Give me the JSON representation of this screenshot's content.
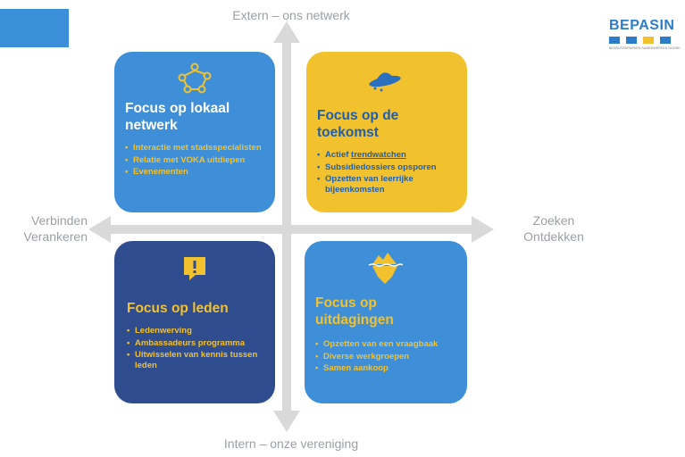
{
  "axes": {
    "top": "Extern – ons netwerk",
    "bottom": "Intern – onze vereniging",
    "left_line1": "Verbinden",
    "left_line2": "Verankeren",
    "right_line1": "Zoeken",
    "right_line2": "Ontdekken"
  },
  "logo": {
    "text": "BEPASIN",
    "tagline": "BEDRIJVENPARKEN SAMENWERKEN NOORD"
  },
  "colors": {
    "corner_block": "#3b8fd9",
    "card_lokaal": "#3e8fd8",
    "card_toekomst": "#f2c12e",
    "card_leden": "#2f4c8f",
    "card_uitdagingen": "#3e8fd8",
    "axis_arrow": "#d9d9d9",
    "logo_blue": "#2b7dc9",
    "logo_yellow": "#f2c12e"
  },
  "quadrants": {
    "lokaal": {
      "icon": "network-people-icon",
      "title_line1": "Focus op lokaal",
      "title_line2": "netwerk",
      "items": [
        "Interactie met stadsspecialisten",
        "Relatie met VOKA uitdiepen",
        "Evenementen"
      ]
    },
    "toekomst": {
      "icon": "ufo-icon",
      "title_line1": "Focus op de",
      "title_line2": "toekomst",
      "items": [
        "Actief",
        "trendwatchen",
        "Subsidiedossiers opsporen",
        "Opzetten van leerrijke bijeenkomsten"
      ]
    },
    "leden": {
      "icon": "alert-chat-icon",
      "title_line1": "Focus op leden",
      "items": [
        "Ledenwerving",
        "Ambassadeurs programma",
        "Uitwisselen van kennis tussen leden"
      ]
    },
    "uitdagingen": {
      "icon": "iceberg-icon",
      "title_line1": "Focus op",
      "title_line2": "uitdagingen",
      "items": [
        "Opzetten van een vraagbaak",
        "Diverse werkgroepen",
        "Samen aankoop"
      ]
    }
  }
}
